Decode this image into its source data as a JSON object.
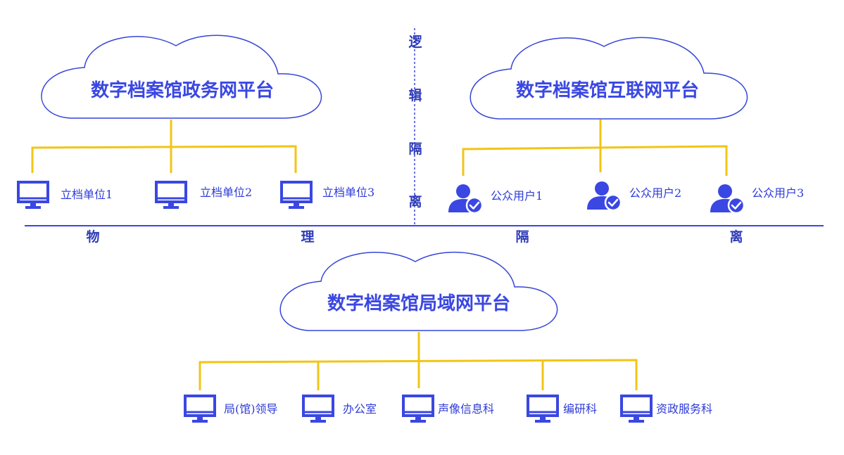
{
  "colors": {
    "blue": "#3a47e2",
    "yellow": "#f2c515",
    "cloud_stroke": "#3545d8"
  },
  "clouds": {
    "gov": "数字档案馆政务网平台",
    "internet": "数字档案馆互联网平台",
    "lan": "数字档案馆局域网平台"
  },
  "logical_separation": [
    "逻",
    "辑",
    "隔",
    "离"
  ],
  "physical_separation": [
    "物",
    "理",
    "隔",
    "离"
  ],
  "gov_units": [
    {
      "label": "立档单位1",
      "icon": "monitor-icon"
    },
    {
      "label": "立档单位2",
      "icon": "monitor-icon"
    },
    {
      "label": "立档单位3",
      "icon": "monitor-icon"
    }
  ],
  "public_users": [
    {
      "label": "公众用户1",
      "icon": "user-check-icon"
    },
    {
      "label": "公众用户2",
      "icon": "user-check-icon"
    },
    {
      "label": "公众用户3",
      "icon": "user-check-icon"
    }
  ],
  "lan_depts": [
    {
      "label": "局(馆)领导",
      "icon": "monitor-icon"
    },
    {
      "label": "办公室",
      "icon": "monitor-icon"
    },
    {
      "label": "声像信息科",
      "icon": "monitor-icon"
    },
    {
      "label": "编研科",
      "icon": "monitor-icon"
    },
    {
      "label": "资政服务科",
      "icon": "monitor-icon"
    }
  ]
}
